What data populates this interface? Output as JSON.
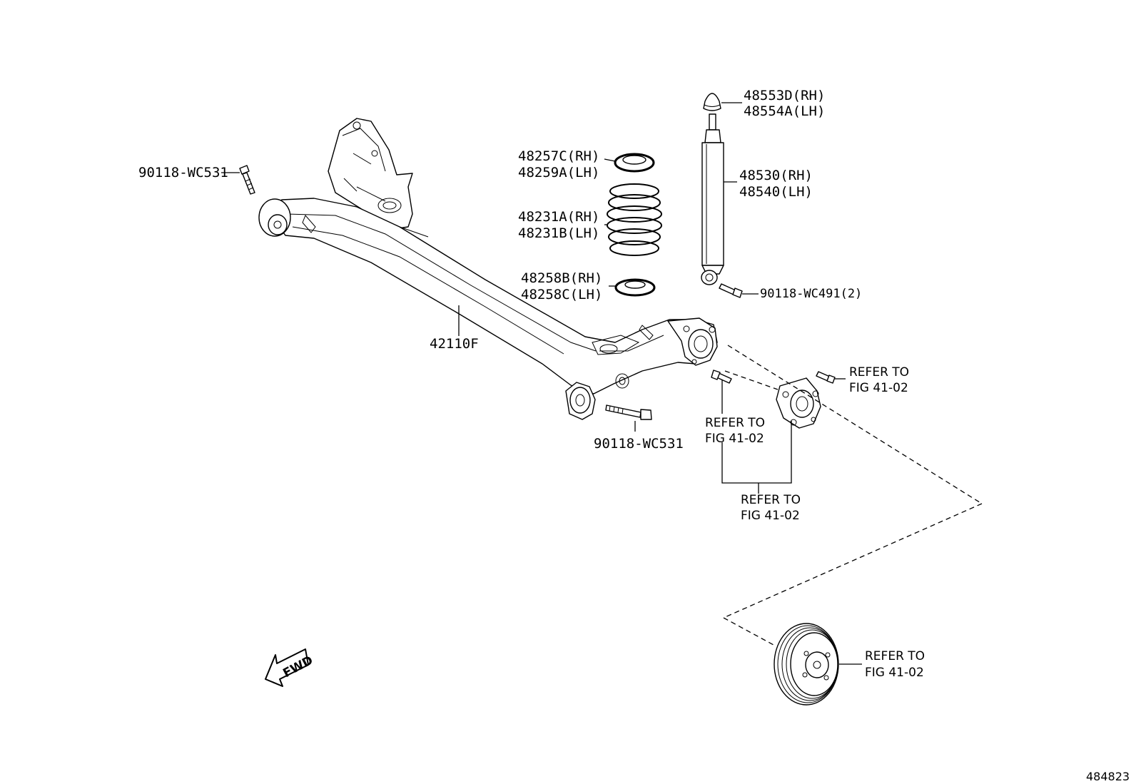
{
  "labels": {
    "bolt_front_left": "90118-WC531",
    "bolt_rear_right": "90118-WC531",
    "axle_beam": "42110F",
    "upper_insulator_1": "48257C(RH)",
    "upper_insulator_2": "48259A(LH)",
    "spring_1": "48231A(RH)",
    "spring_2": "48231B(LH)",
    "lower_insulator_1": "48258B(RH)",
    "lower_insulator_2": "48258C(LH)",
    "bump_stop_1": "48553D(RH)",
    "bump_stop_2": "48554A(LH)",
    "absorber_1": "48530(RH)",
    "absorber_2": "48540(LH)",
    "absorber_bolt": "90118-WC491(2)"
  },
  "references": {
    "hub_bolt_ref_1": "REFER TO",
    "hub_bolt_ref_2": "FIG 41-02",
    "stud_ref_1": "REFER TO",
    "stud_ref_2": "FIG 41-02",
    "hub_ref_1": "REFER TO",
    "hub_ref_2": "FIG 41-02",
    "drum_ref_1": "REFER TO",
    "drum_ref_2": "FIG 41-02"
  },
  "fwd_label": "FWD",
  "diagram_number": "484823"
}
